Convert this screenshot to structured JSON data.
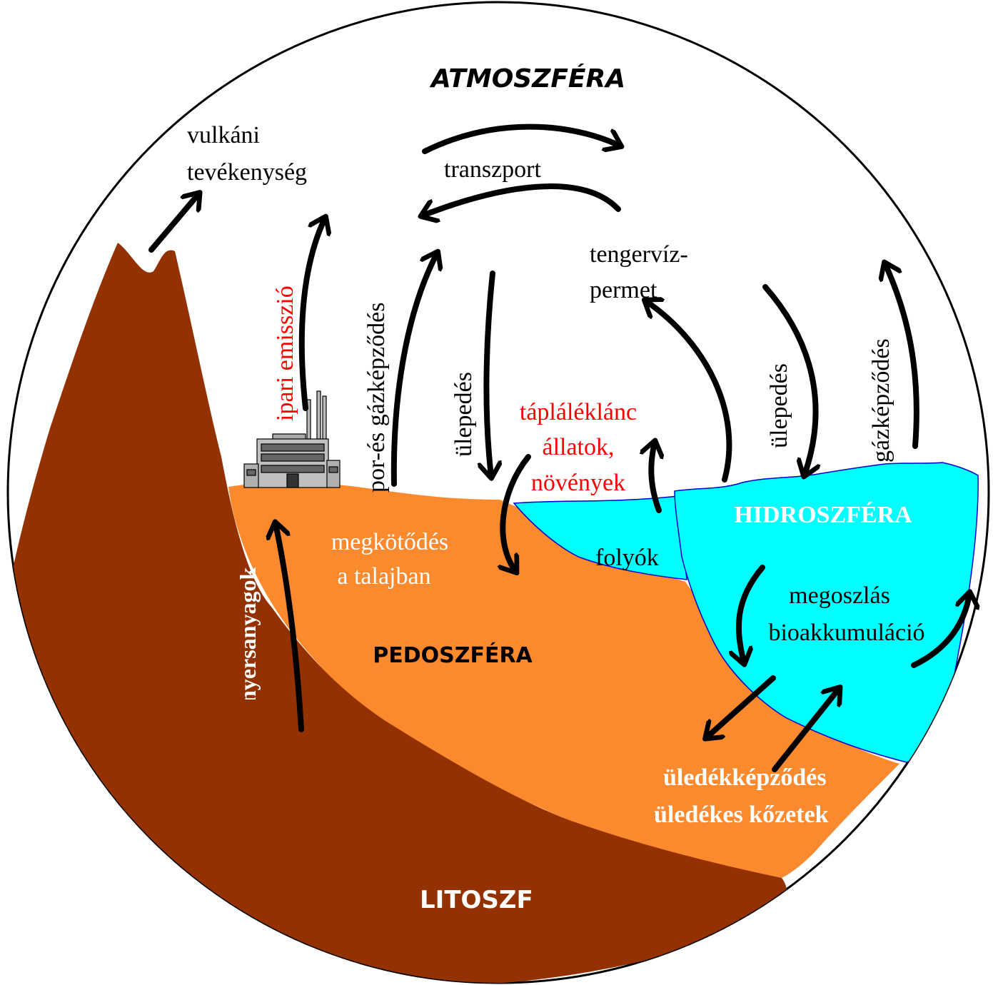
{
  "colors": {
    "lithosphere": "#943100",
    "pedosphere": "#fb8a2e",
    "hydrosphere": "#00ffff",
    "label_black": "#000000",
    "label_red": "#ff0000",
    "label_white": "#ffffff"
  },
  "labels": {
    "atmosphere": "ATMOSZFÉRA",
    "volcanic_line1": "vulkáni",
    "volcanic_line2": "tevékenység",
    "transport": "transzport",
    "seawater_line1": "tengervíz-",
    "seawater_line2": "permet",
    "industrial_emission": "ipari emisszió",
    "dust_gas": "por-és gázképződés",
    "deposition_left": "ülepedés",
    "deposition_right": "ülepedés",
    "gas_formation": "gázképződés",
    "food_chain_line1": "tápláléklánc",
    "food_chain_line2": "állatok,",
    "food_chain_line3": "növények",
    "hydrosphere": "HIDROSZFÉRA",
    "rivers": "folyók",
    "soil_binding_line1": "megkötődés",
    "soil_binding_line2": "a talajban",
    "pedosphere": "PEDOSZFÉRA",
    "distribution_line1": "megoszlás",
    "distribution_line2": "bioakkumuláció",
    "raw_materials": "nyersanyagok",
    "sediment_line1": "üledékképződés",
    "sediment_line2": "üledékes kőzetek",
    "lithosphere": "LITOSZF"
  },
  "icons": {
    "factory": "factory-icon"
  }
}
